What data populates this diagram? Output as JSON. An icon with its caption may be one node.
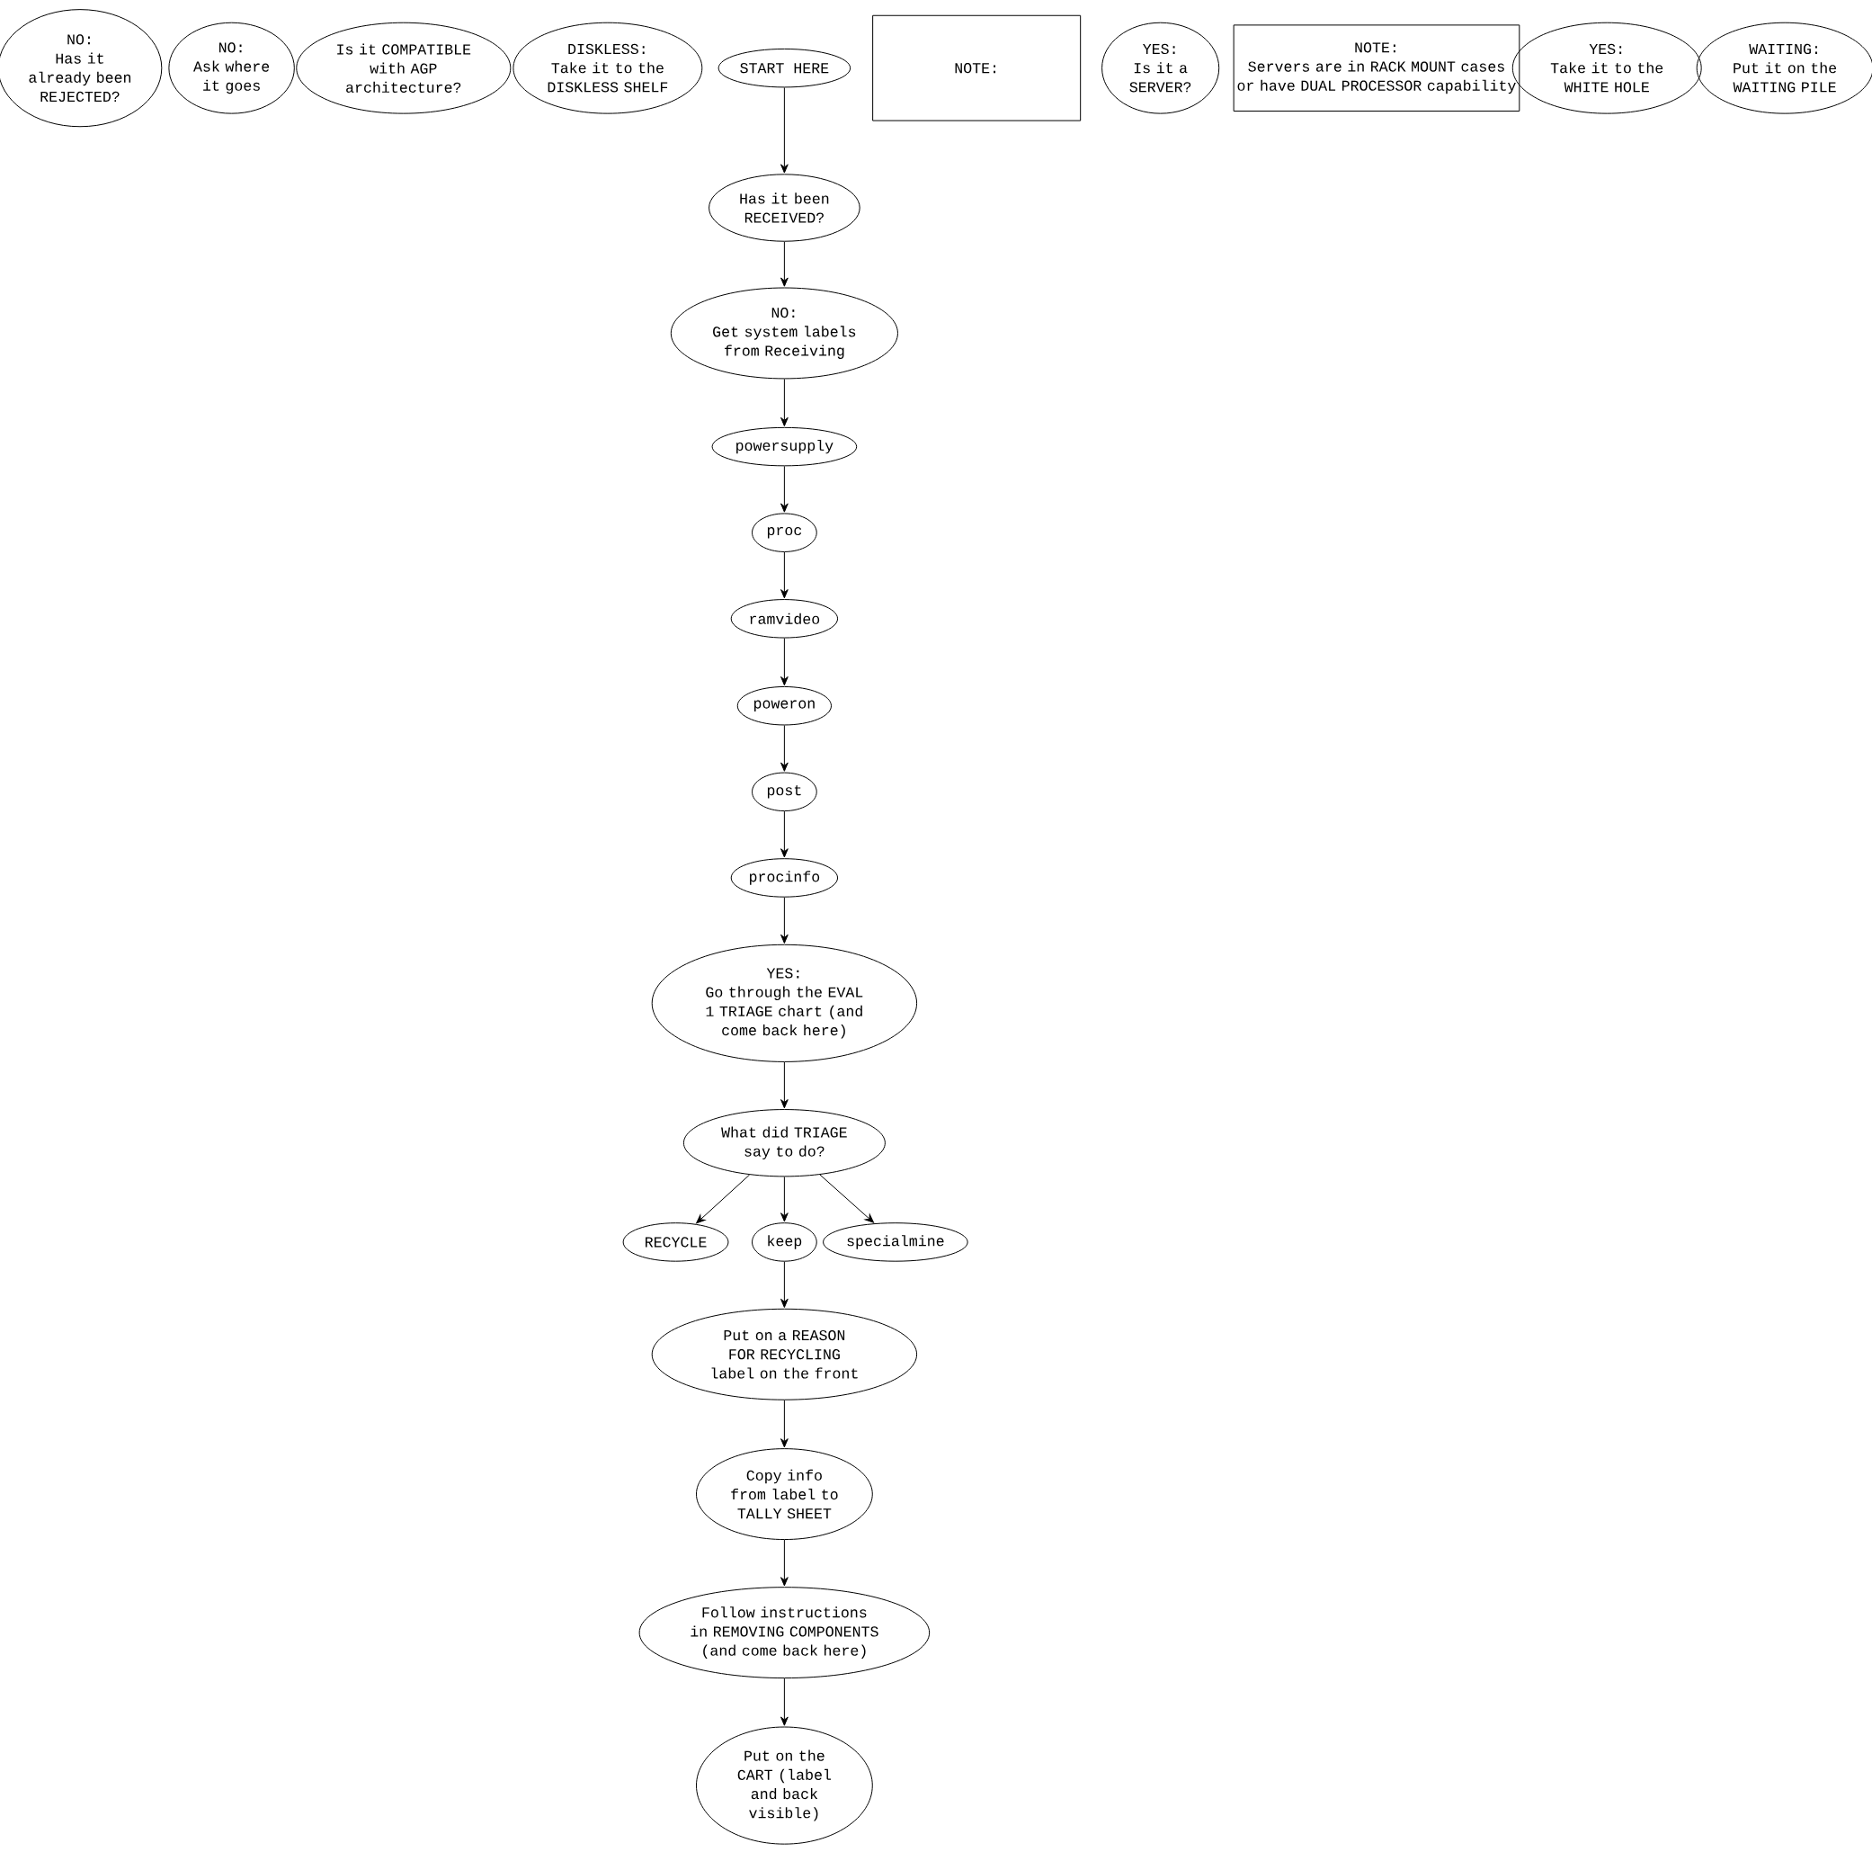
{
  "diagram": {
    "nodes": [
      {
        "text": [
          "NO:",
          "Has it already been REJECTED?"
        ]
      },
      {
        "text": [
          "NO:",
          "Ask where it goes"
        ]
      },
      {
        "text": [
          "Is it COMPATIBLE with AGP architecture?"
        ]
      },
      {
        "text": [
          "DISKLESS:",
          "Take it to the DISKLESS SHELF"
        ]
      },
      {
        "text": [
          "START HERE"
        ]
      },
      {
        "text": [
          "NOTE:"
        ]
      },
      {
        "text": [
          "YES:",
          "Is it a SERVER?"
        ]
      },
      {
        "text": [
          "NOTE:",
          "Servers are in RACK MOUNT cases or have DUAL PROCESSOR capability"
        ]
      },
      {
        "text": [
          "YES:",
          "Take it to the WHITE HOLE"
        ]
      },
      {
        "text": [
          "WAITING:",
          "Put it on the WAITING PILE"
        ]
      },
      {
        "text": [
          "Has it been RECEIVED?"
        ]
      },
      {
        "text": [
          "NO:",
          "Get system labels from Receiving"
        ]
      },
      {
        "text": [
          "powersupply"
        ]
      },
      {
        "text": [
          "proc"
        ]
      },
      {
        "text": [
          "ramvideo"
        ]
      },
      {
        "text": [
          "poweron"
        ]
      },
      {
        "text": [
          "post"
        ]
      },
      {
        "text": [
          "procinfo"
        ]
      },
      {
        "text": [
          "YES:",
          "Go through the EVAL 1 TRIAGE chart (and come back here)"
        ]
      },
      {
        "text": [
          "What did TRIAGE say to do?"
        ]
      },
      {
        "text": [
          "RECYCLE"
        ]
      },
      {
        "text": [
          "keep"
        ]
      },
      {
        "text": [
          "specialmine"
        ]
      },
      {
        "text": [
          "Put on a REASON FOR RECYCLING label on the front"
        ]
      },
      {
        "text": [
          "Copy info from label to TALLY SHEET"
        ]
      },
      {
        "text": [
          "Follow instructions in REMOVING COMPONENTS (and come back here)"
        ]
      },
      {
        "text": [
          "Put on the CART (label and back visible)"
        ]
      }
    ],
    "edges": [
      {
        "from": 4,
        "to": 10,
        "arrow": "to"
      },
      {
        "from": 10,
        "to": 11,
        "arrow": "to"
      },
      {
        "from": 11,
        "to": 12,
        "arrow": "to"
      },
      {
        "from": 12,
        "to": 13,
        "arrow": "to"
      },
      {
        "from": 13,
        "to": 14,
        "arrow": "to"
      },
      {
        "from": 14,
        "to": 15,
        "arrow": "to"
      },
      {
        "from": 15,
        "to": 16,
        "arrow": "to"
      },
      {
        "from": 16,
        "to": 17,
        "arrow": "to"
      },
      {
        "from": 17,
        "to": 18,
        "arrow": "to"
      },
      {
        "from": 18,
        "to": 19,
        "arrow": "to"
      },
      {
        "from": 19,
        "to": 20,
        "arrow": "to"
      },
      {
        "from": 19,
        "to": 21,
        "arrow": "to"
      },
      {
        "from": 19,
        "to": 22,
        "arrow": "to"
      },
      {
        "from": 21,
        "to": 23,
        "arrow": "to"
      },
      {
        "from": 23,
        "to": 24,
        "arrow": "to"
      },
      {
        "from": 24,
        "to": 25,
        "arrow": "to"
      },
      {
        "from": 25,
        "to": 26,
        "arrow": "to"
      }
    ]
  }
}
